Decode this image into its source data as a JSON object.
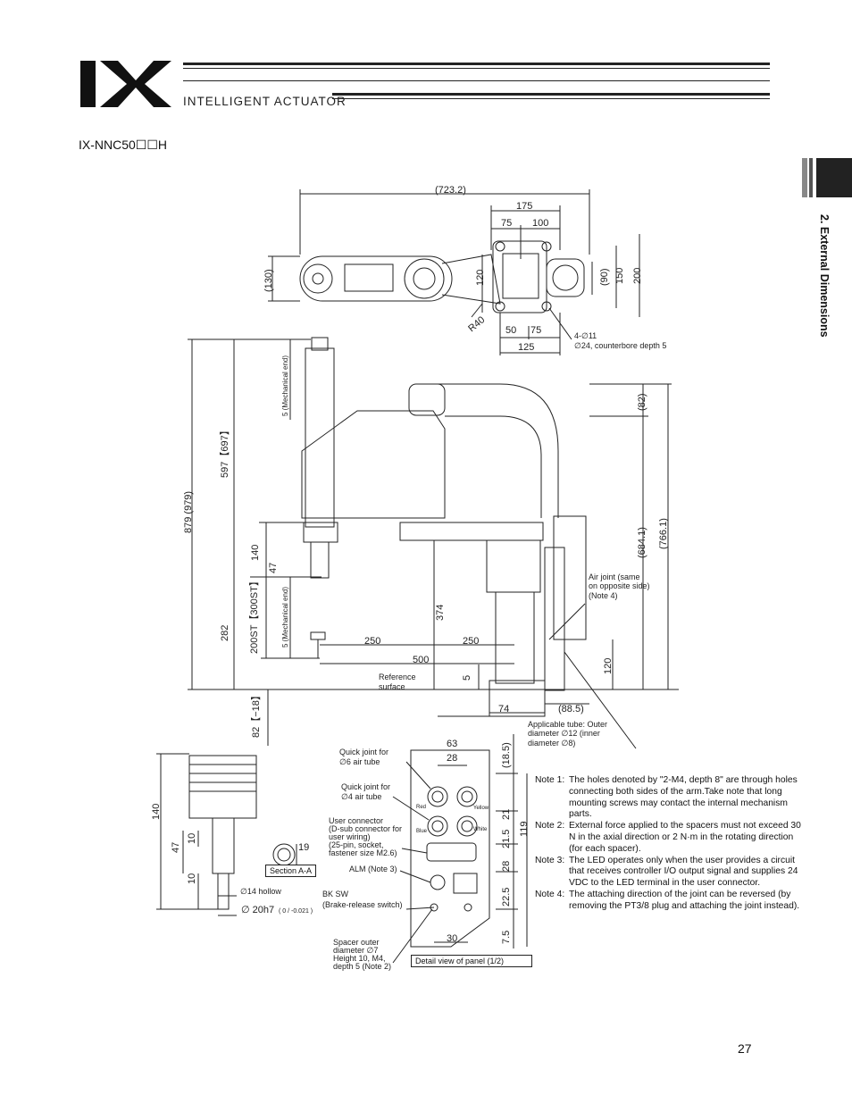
{
  "header": {
    "logo_text": "IX",
    "brand": "INTELLIGENT ACTUATOR"
  },
  "model": "IX-NNC50☐☐H",
  "section_title": "2. External Dimensions",
  "page_number": "27",
  "top_view": {
    "dims": [
      "(723.2)",
      "175",
      "75",
      "100",
      "(130)",
      "120",
      "(90)",
      "150",
      "200",
      "R40",
      "50",
      "75",
      "125"
    ],
    "hole_note_line1": "4-∅11",
    "hole_note_line2": "∅24, counterbore depth 5"
  },
  "side_view": {
    "dims": [
      "879 (979)",
      "597【697】",
      "140",
      "47",
      "282",
      "200ST【300ST】",
      "82【−18】",
      "250",
      "250",
      "500",
      "374",
      "5",
      "74",
      "(88.5)",
      "(82)",
      "(684.1)",
      "(766.1)",
      "120"
    ],
    "mech_end_1": "5 (Mechanical end)",
    "mech_end_2": "5 (Mechanical end)",
    "reference_surface_1": "Reference",
    "reference_surface_2": "surface",
    "air_joint_1": "Air joint (same",
    "air_joint_2": "on opposite side)",
    "air_joint_3": "(Note 4)",
    "tube_1": "Applicable tube: Outer",
    "tube_2": "diameter ∅12 (inner",
    "tube_3": "diameter ∅8)"
  },
  "detail_shaft": {
    "dims": [
      "140",
      "47",
      "10",
      "10",
      "19"
    ],
    "section_label": "Section A-A",
    "hollow_label": "∅14 hollow",
    "shaft_label": "∅ 20h7",
    "shaft_tol": "( 0 / -0.021 )"
  },
  "panel": {
    "dims": [
      "63",
      "28",
      "(18.5)",
      "21",
      "21.5",
      "28",
      "22.5",
      "7.5",
      "119",
      "30"
    ],
    "quick6_1": "Quick joint for",
    "quick6_2": "∅6 air tube",
    "quick4_1": "Quick joint for",
    "quick4_2": "∅4 air tube",
    "user_conn_1": "User connector",
    "user_conn_2": "(D-sub connector for",
    "user_conn_3": "user wiring)",
    "user_conn_4": "(25-pin, socket,",
    "user_conn_5": "fastener size M2.6)",
    "alm": "ALM (Note 3)",
    "bk_1": "BK SW",
    "bk_2": "(Brake-release switch)",
    "spacer_1": "Spacer outer",
    "spacer_2": "diameter ∅7",
    "spacer_3": "Height 10, M4,",
    "spacer_4": "depth 5 (Note 2)",
    "colors": [
      "Red",
      "Yellow",
      "Blue",
      "White"
    ],
    "detail_label": "Detail view of panel (1/2)"
  },
  "notes": [
    {
      "key": "Note 1:",
      "text": "The holes denoted by \"2-M4, depth 8\" are through holes connecting both sides of the arm.Take note that long mounting screws may contact the internal mechanism parts."
    },
    {
      "key": "Note 2:",
      "text": "External force applied to the spacers must not exceed 30 N in the axial direction or 2 N·m in the rotating direction (for each spacer)."
    },
    {
      "key": "Note 3:",
      "text": "The LED operates only when the user provides a circuit that receives controller I/O output signal and supplies 24 VDC to the LED terminal in the user connector."
    },
    {
      "key": "Note 4:",
      "text": "The attaching direction of the joint can be reversed (by removing the PT3/8 plug and attaching the joint instead)."
    }
  ]
}
